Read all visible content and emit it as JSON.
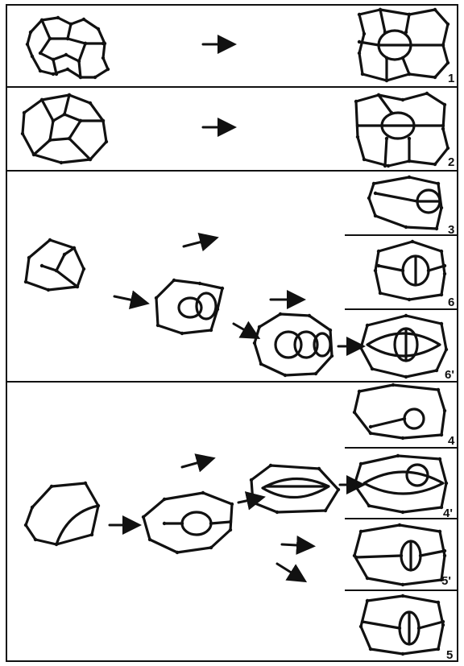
{
  "panels": [
    {
      "label": "1"
    },
    {
      "label": "2"
    },
    {
      "label": "3"
    },
    {
      "label": "6"
    },
    {
      "label": "6'"
    },
    {
      "label": "4"
    },
    {
      "label": "4'"
    },
    {
      "label": "5'"
    },
    {
      "label": "5"
    }
  ]
}
